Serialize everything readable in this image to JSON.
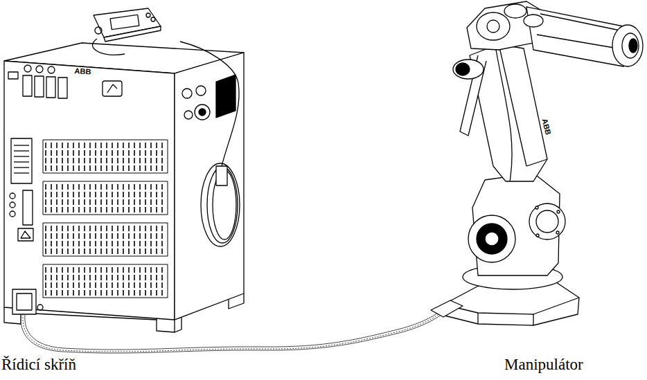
{
  "diagram": {
    "labels": [
      "Řídicí skříň",
      "Manipulátor",
      "ABB",
      "ABB"
    ]
  }
}
